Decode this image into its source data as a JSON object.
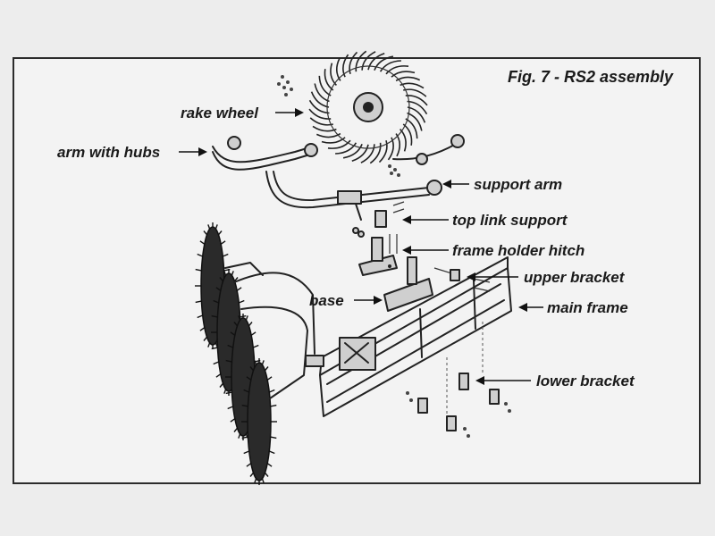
{
  "figure": {
    "title": "Fig. 7 - RS2 assembly"
  },
  "labels": {
    "rake_wheel": "rake wheel",
    "arm_with_hubs": "arm with hubs",
    "support_arm": "support arm",
    "top_link_support": "top link support",
    "frame_holder_hitch": "frame holder hitch",
    "upper_bracket": "upper bracket",
    "base": "base",
    "main_frame": "main frame",
    "lower_bracket": "lower bracket"
  },
  "colors": {
    "ink": "#1a1a1a",
    "paper": "#f3f3f3",
    "metal": "#cfcfcf"
  }
}
